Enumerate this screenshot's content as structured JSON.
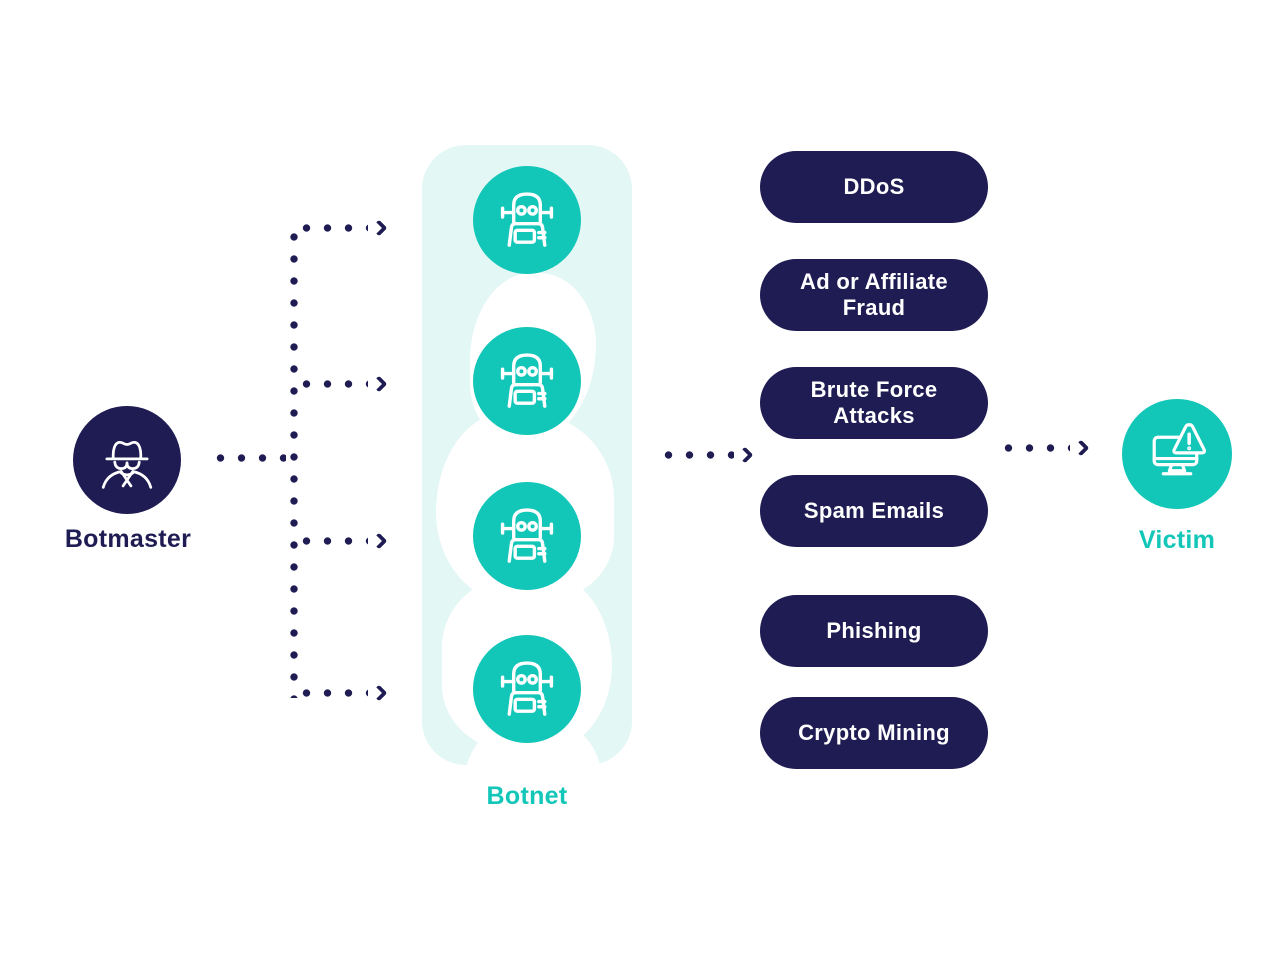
{
  "diagram": {
    "botmaster": {
      "label": "Botmaster",
      "icon": "hacker-icon"
    },
    "botnet": {
      "label": "Botnet",
      "icon": "robot-icon",
      "bots": [
        "bot-1",
        "bot-2",
        "bot-3",
        "bot-4"
      ]
    },
    "victim": {
      "label": "Victim",
      "icon": "computer-warning-icon"
    },
    "attacks": [
      "DDoS",
      "Ad or Affiliate Fraud",
      "Brute Force Attacks",
      "Spam Emails",
      "Phishing",
      "Crypto Mining"
    ],
    "colors": {
      "navy": "#1e1c52",
      "teal": "#12c6b8",
      "teal_light": "#e3f7f5",
      "background": "#ffffff",
      "pill_text": "#ffffff"
    }
  }
}
